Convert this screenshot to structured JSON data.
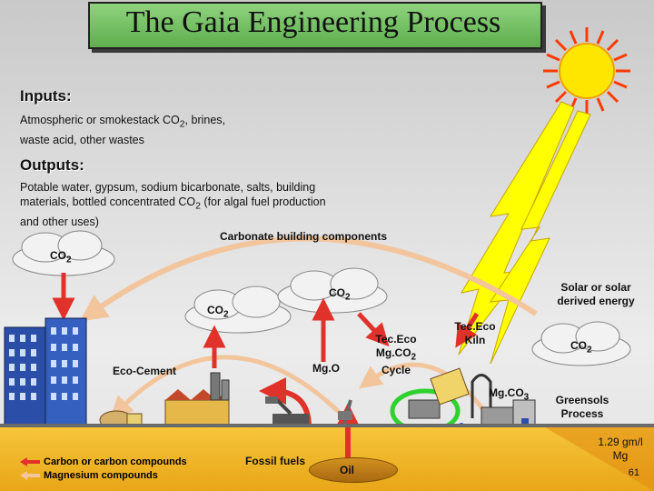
{
  "title": "The Gaia Engineering Process",
  "inputs": {
    "heading": "Inputs:",
    "line1_a": "Atmospheric or smokestack CO",
    "line1_sub": "2",
    "line1_b": ", brines,",
    "line2": "waste acid, other wastes"
  },
  "outputs": {
    "heading": "Outputs:",
    "line1": "Potable water, gypsum, sodium bicarbonate, salts, building",
    "line2_a": "materials, bottled concentrated CO",
    "line2_sub": "2",
    "line2_b": " (for algal fuel production",
    "line3": "and other uses)"
  },
  "labels": {
    "carbonate": "Carbonate building components",
    "co2_cloud_left_a": "CO",
    "co2_cloud_left_sub": "2",
    "co2_cloud_mid1_a": "CO",
    "co2_cloud_mid1_sub": "2",
    "co2_cloud_mid2_a": "CO",
    "co2_cloud_mid2_sub": "2",
    "co2_cloud_right_a": "CO",
    "co2_cloud_right_sub": "2",
    "solar_line1": "Solar or solar",
    "solar_line2": "derived energy",
    "tececo_kiln_line1": "Tec.Eco",
    "tececo_kiln_line2": "Kiln",
    "tececo_cycle_line1": "Tec.Eco",
    "tececo_cycle_line2_a": "Mg.CO",
    "tececo_cycle_line2_sub": "2",
    "tececo_cycle_line3": "Cycle",
    "mgo": "Mg.O",
    "eco_cement": "Eco-Cement",
    "mgco3_a": "Mg.CO",
    "mgco3_sub": "3",
    "greensols_line1": "Greensols",
    "greensols_line2": "Process",
    "fossil_fuels": "Fossil fuels",
    "oil": "Oil",
    "mg_rate_line1": "1.29 gm/l",
    "mg_rate_line2": "Mg",
    "page_number": "61"
  },
  "legend": {
    "carbon": "Carbon or carbon compounds",
    "magnesium": "Magnesium compounds"
  },
  "colors": {
    "carbon_arrow": "#e0322a",
    "magnesium_arrow": "#f3c59c",
    "sun": "#ffe600",
    "cycle_ring": "#2fd12f",
    "title_bg": "#7ac86a"
  }
}
